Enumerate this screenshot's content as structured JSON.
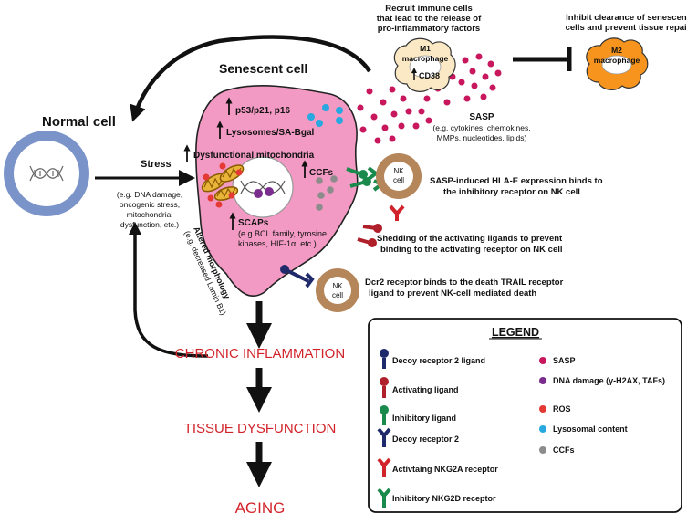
{
  "normal_cell": {
    "title": "Normal cell"
  },
  "stress": {
    "label": "Stress",
    "examples": [
      "(e.g. DNA damage,",
      "oncogenic stress,",
      "mitochondrial",
      "dysfunction, etc.)"
    ]
  },
  "senescent_cell": {
    "title": "Senescent cell",
    "markers": {
      "p53": "p53/p21, p16",
      "lysosomes": "Lysosomes/SA-Bgal",
      "mito": "Dysfunctional mitochondria",
      "ccfs": "CCFs",
      "scaps": "SCAPs",
      "scaps_detail": [
        "(e.g.BCL family, tyrosine",
        "kinases, HIF-1α, etc.)"
      ]
    },
    "morphology": {
      "label": "Altered morphology",
      "detail": "(e.g. decreased Lamin B1)"
    }
  },
  "immune": {
    "recruit": [
      "Recruit immune cells",
      "that lead to the release of",
      "pro-inflammatory factors"
    ],
    "m1": [
      "M1",
      "macrophage",
      "CD38"
    ],
    "inhibit": [
      "Inhibit clearance of senescent",
      "cells and prevent tissue repair"
    ],
    "m2": [
      "M2",
      "macrophage"
    ]
  },
  "sasp": {
    "label": "SASP",
    "detail": [
      "(e.g. cytokines, chemokines,",
      "MMPs, nucleotides, lipids)"
    ]
  },
  "nk": {
    "cell_label": [
      "NK",
      "cell"
    ],
    "hla": [
      "SASP-induced HLA-E expression binds to",
      "the inhibitory receptor on NK cell"
    ],
    "shedding": [
      "Shedding of the activating ligands to prevent",
      "binding to the activating receptor on NK cell"
    ],
    "dcr2": [
      "Dcr2 receptor binds to the death TRAIL receptor",
      "ligand to prevent NK-cell mediated death"
    ]
  },
  "outcomes": [
    "CHRONIC INFLAMMATION",
    "TISSUE DYSFUNCTION",
    "AGING"
  ],
  "legend": {
    "title": "LEGEND",
    "left": [
      "Decoy receptor 2 ligand",
      "Activating  ligand",
      "Inhibitory ligand",
      "Decoy receptor 2",
      "Activtaing NKG2A receptor",
      "Inhibitory NKG2D receptor"
    ],
    "right": [
      "SASP",
      "DNA damage (γ-H2AX, TAFs)",
      "ROS",
      "Lysosomal content",
      "CCFs"
    ]
  },
  "colors": {
    "sasp": "#c8175d",
    "dna_damage": "#7b2d8e",
    "ros": "#e53935",
    "lysosomal": "#29a8e0",
    "ccfs": "#8c8c8c",
    "senescent_fill": "#f29ac3",
    "normal_fill": "#7a93c9",
    "nk_fill": "#b5865a",
    "m2_fill": "#f7941d",
    "m1_fill": "#fbe8c4",
    "outcome_text": "#d2232a"
  }
}
